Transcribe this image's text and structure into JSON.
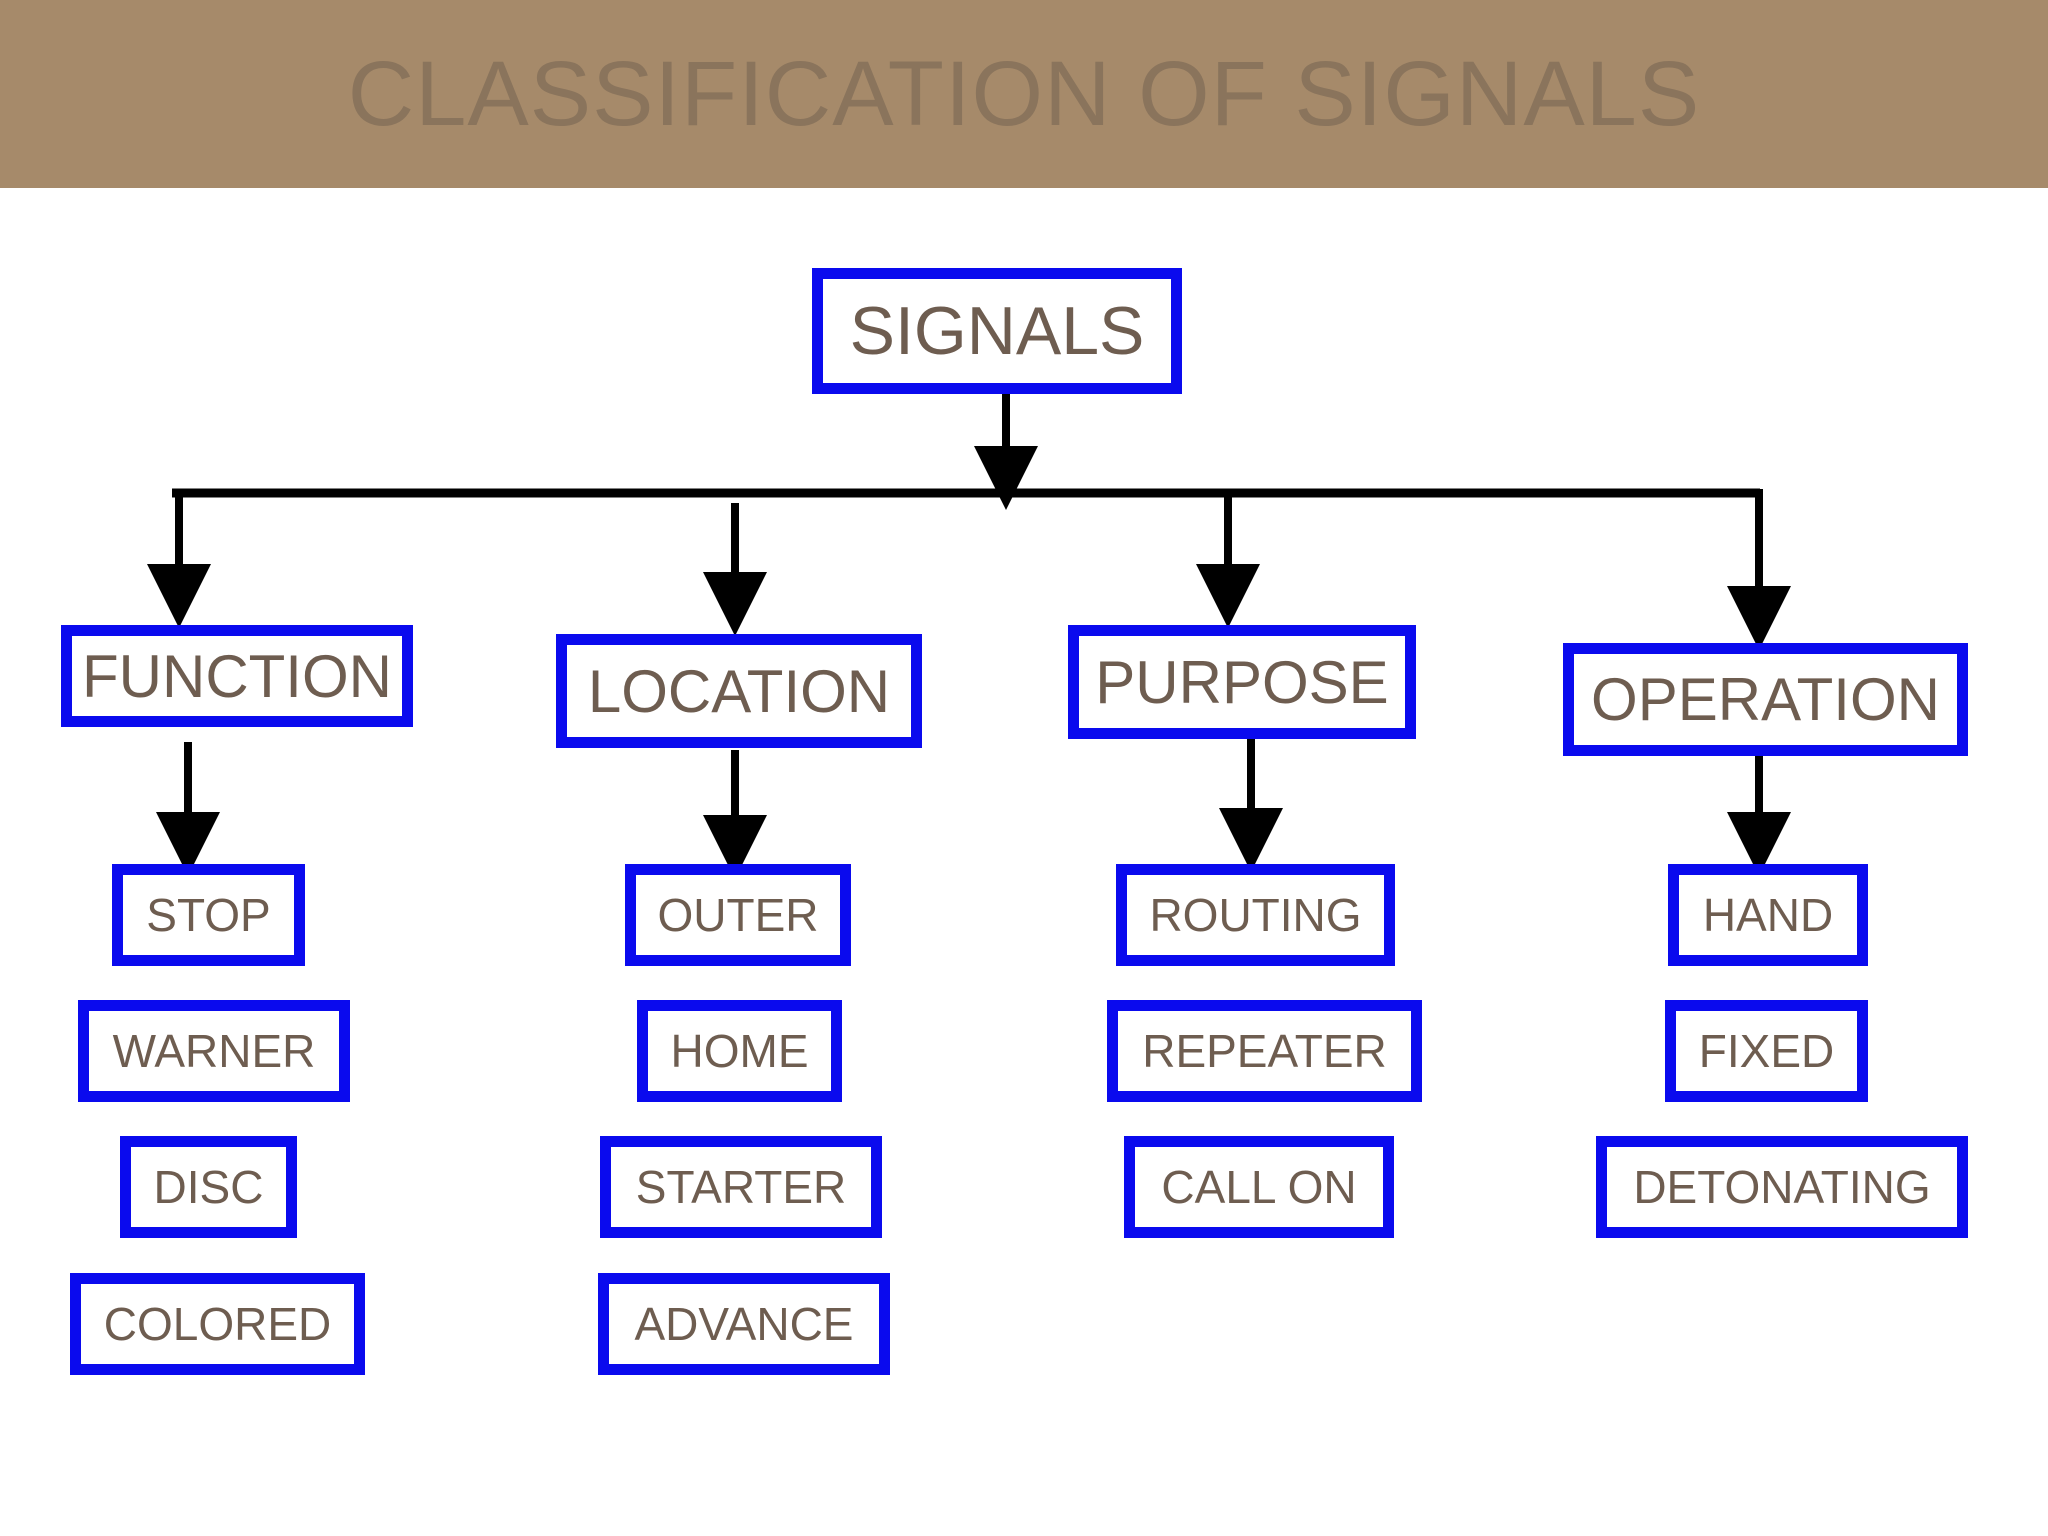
{
  "title": "CLASSIFICATION OF SIGNALS",
  "colors": {
    "header_bg": "#a68a6a",
    "header_text": "#8a745c",
    "box_border": "#0a0aee",
    "box_text": "#6e5d50",
    "connector": "#000000"
  },
  "root": "SIGNALS",
  "categories": [
    {
      "label": "FUNCTION",
      "items": [
        "STOP",
        "WARNER",
        "DISC",
        "COLORED"
      ]
    },
    {
      "label": "LOCATION",
      "items": [
        "OUTER",
        "HOME",
        "STARTER",
        "ADVANCE"
      ]
    },
    {
      "label": "PURPOSE",
      "items": [
        "ROUTING",
        "REPEATER",
        "CALL ON"
      ]
    },
    {
      "label": "OPERATION",
      "items": [
        "HAND",
        "FIXED",
        "DETONATING"
      ]
    }
  ]
}
